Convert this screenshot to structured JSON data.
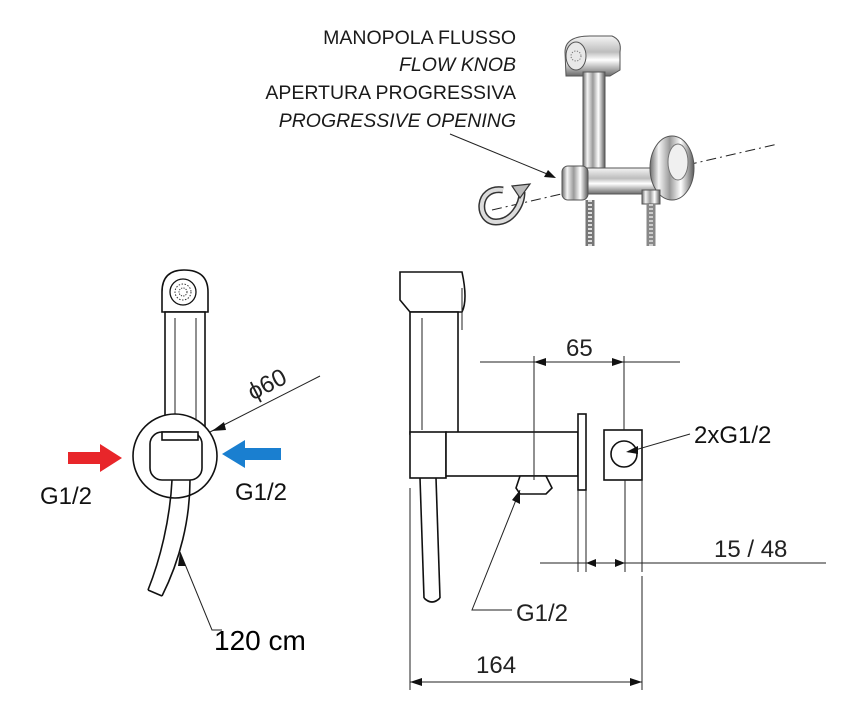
{
  "callout": {
    "line1": "MANOPOLA FLUSSO",
    "line2": "FLOW KNOB",
    "line3": "APERTURA PROGRESSIVA",
    "line4": "PROGRESSIVE OPENING"
  },
  "front_view": {
    "diameter_label": "ϕ60",
    "inlet_left_label": "G1/2",
    "inlet_right_label": "G1/2",
    "hose_length_label": "120 cm",
    "hot_arrow_color": "#e8262a",
    "cold_arrow_color": "#1a7fd0"
  },
  "side_view": {
    "dim_65": "65",
    "connection_label": "2xG1/2",
    "dim_15_48": "15 / 48",
    "outlet_label": "G1/2",
    "dim_164": "164"
  }
}
